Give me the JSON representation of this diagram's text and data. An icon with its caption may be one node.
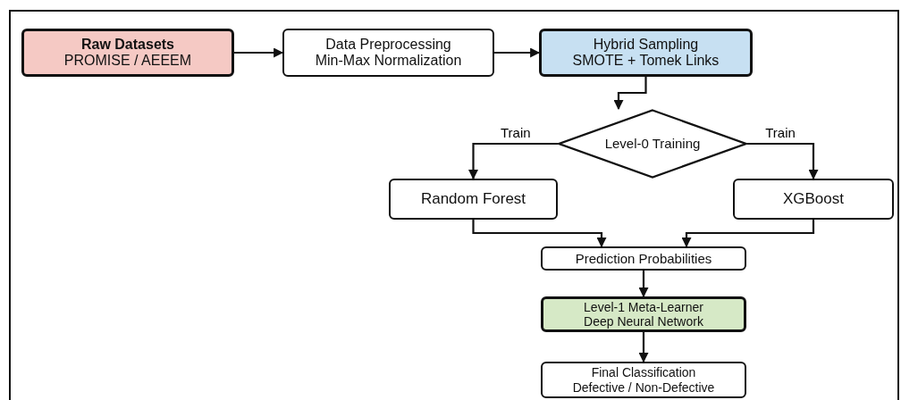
{
  "diagram": {
    "nodes": [
      {
        "text": [
          "Raw Datasets",
          "PROMISE / AEEEM"
        ]
      },
      {
        "text": [
          "Data Preprocessing",
          "Min-Max Normalization"
        ]
      },
      {
        "text": [
          "Hybrid Sampling",
          "SMOTE + Tomek Links"
        ]
      },
      {
        "text": [
          "Level-0 Training"
        ]
      },
      {
        "text": [
          "Random Forest"
        ]
      },
      {
        "text": [
          "XGBoost"
        ]
      },
      {
        "text": [
          "Prediction Probabilities"
        ]
      },
      {
        "text": [
          "Level-1 Meta-Learner",
          "Deep Neural Network"
        ]
      },
      {
        "text": [
          "Final Classification",
          "Defective / Non-Defective"
        ]
      }
    ],
    "edges": [
      {
        "from": 0,
        "to": 1,
        "arrow": "to"
      },
      {
        "from": 1,
        "to": 2,
        "arrow": "to"
      },
      {
        "from": 2,
        "to": 3,
        "arrow": "to"
      },
      {
        "from": 3,
        "to": 4,
        "arrow": "to",
        "label": "Train"
      },
      {
        "from": 3,
        "to": 5,
        "arrow": "to",
        "label": "Train"
      },
      {
        "from": 4,
        "to": 6,
        "arrow": "to"
      },
      {
        "from": 5,
        "to": 6,
        "arrow": "to"
      },
      {
        "from": 6,
        "to": 7,
        "arrow": "to"
      },
      {
        "from": 7,
        "to": 8,
        "arrow": "to"
      }
    ]
  }
}
